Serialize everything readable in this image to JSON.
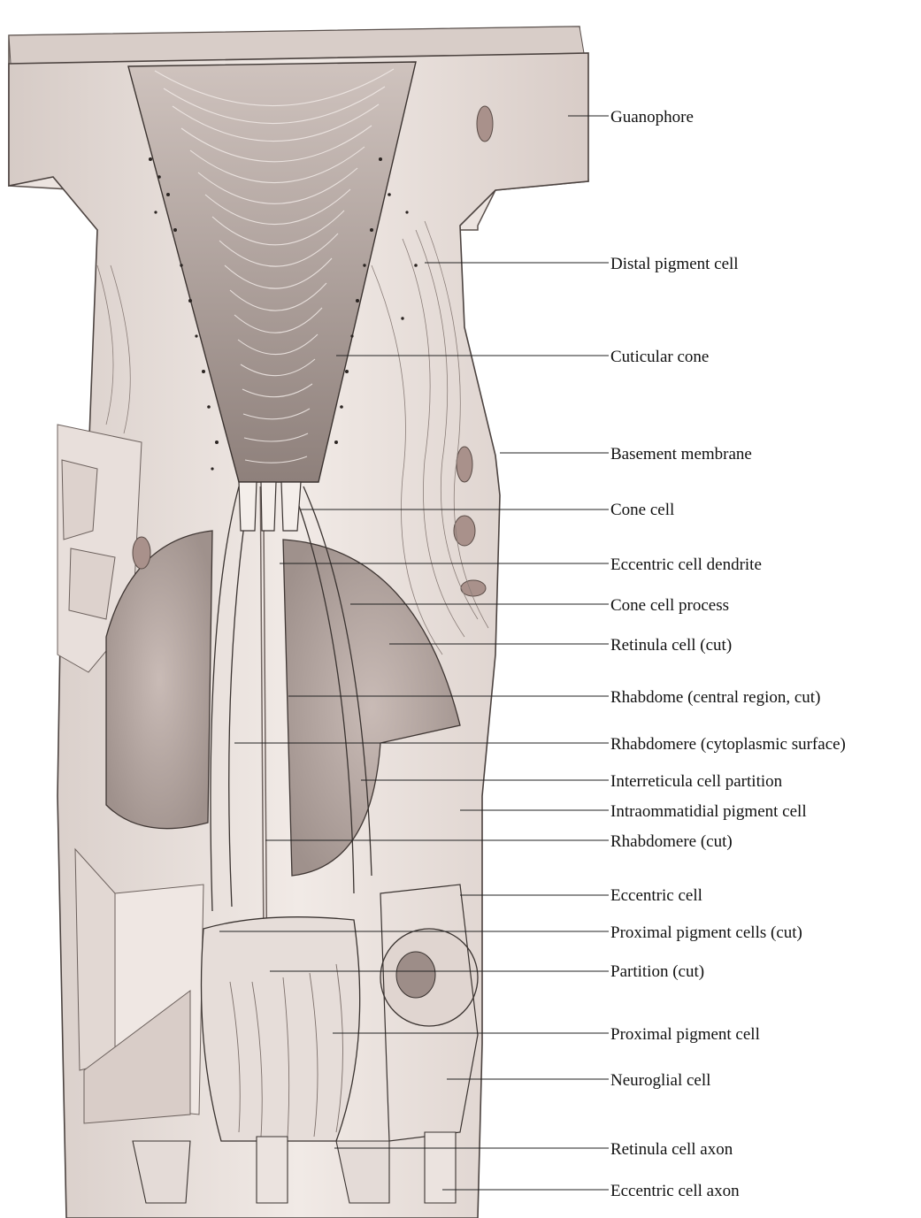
{
  "labels": [
    {
      "id": "guanophore",
      "text": "Guanophore"
    },
    {
      "id": "distal-pigment-cell",
      "text": "Distal pigment cell"
    },
    {
      "id": "cuticular-cone",
      "text": "Cuticular cone"
    },
    {
      "id": "basement-membrane",
      "text": "Basement membrane"
    },
    {
      "id": "cone-cell",
      "text": "Cone cell"
    },
    {
      "id": "eccentric-cell-dendrite",
      "text": "Eccentric cell dendrite"
    },
    {
      "id": "cone-cell-process",
      "text": "Cone cell process"
    },
    {
      "id": "retinula-cell-cut",
      "text": "Retinula cell (cut)"
    },
    {
      "id": "rhabdome-central-region-cut",
      "text": "Rhabdome (central region, cut)"
    },
    {
      "id": "rhabdomere-cytoplasmic-surface",
      "text": "Rhabdomere (cytoplasmic surface)"
    },
    {
      "id": "interreticula-cell-partition",
      "text": "Interreticula cell partition"
    },
    {
      "id": "intraommatidial-pigment-cell",
      "text": "Intraommatidial pigment cell"
    },
    {
      "id": "rhabdomere-cut",
      "text": "Rhabdomere (cut)"
    },
    {
      "id": "eccentric-cell",
      "text": "Eccentric cell"
    },
    {
      "id": "proximal-pigment-cells-cut",
      "text": "Proximal pigment cells (cut)"
    },
    {
      "id": "partition-cut",
      "text": "Partition (cut)"
    },
    {
      "id": "proximal-pigment-cell",
      "text": "Proximal pigment cell"
    },
    {
      "id": "neuroglial-cell",
      "text": "Neuroglial cell"
    },
    {
      "id": "retinula-cell-axon",
      "text": "Retinula cell axon"
    },
    {
      "id": "eccentric-cell-axon",
      "text": "Eccentric cell axon"
    }
  ],
  "colors": {
    "tissue_light": "#efe7e3",
    "tissue_mid": "#d9ccc6",
    "tissue_dark": "#b9aaa4",
    "ink": "#3a3330",
    "pigment": "#2b2522"
  }
}
